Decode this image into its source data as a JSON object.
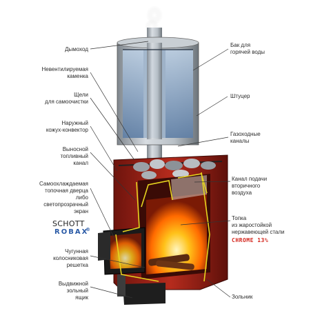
{
  "labels": {
    "chimney": "Дымоход",
    "hot_water_tank": "Бак для\nгорячей воды",
    "non_vent_stones": "Невентилируемая\nкаменка",
    "fitting": "Штуцер",
    "self_clean_slots": "Щели\nдля самоочистки",
    "outer_casing": "Наружный\nкожух-конвектор",
    "gas_channels": "Газоходные\nканалы",
    "remote_fuel_channel": "Выносной\nтопливный\nканал",
    "secondary_air_channel": "Канал подачи\nвторичного\nвоздуха",
    "firebox_door": "Самоохлаждаемая\nтопочная дверца\nлибо\nсветопрозрачный\nэкран",
    "firebox_steel": "Топка\nиз жаростойкой\nнержавеющей стали",
    "steel_grade": "CHROME 13%",
    "cast_iron_grate": "Чугунная\nколосниковая\nрешетка",
    "ash_pit": "Зольник",
    "ash_drawer": "Выдвижной\nзольный\nящик"
  },
  "brand": {
    "line1": "SCHOTT",
    "line2": "ROBAX",
    "mark": "®"
  },
  "colors": {
    "body_red": "#a8261a",
    "flame": "#ffb400",
    "accent_red": "#d4271e",
    "brand_blue": "#2a5aa6"
  }
}
